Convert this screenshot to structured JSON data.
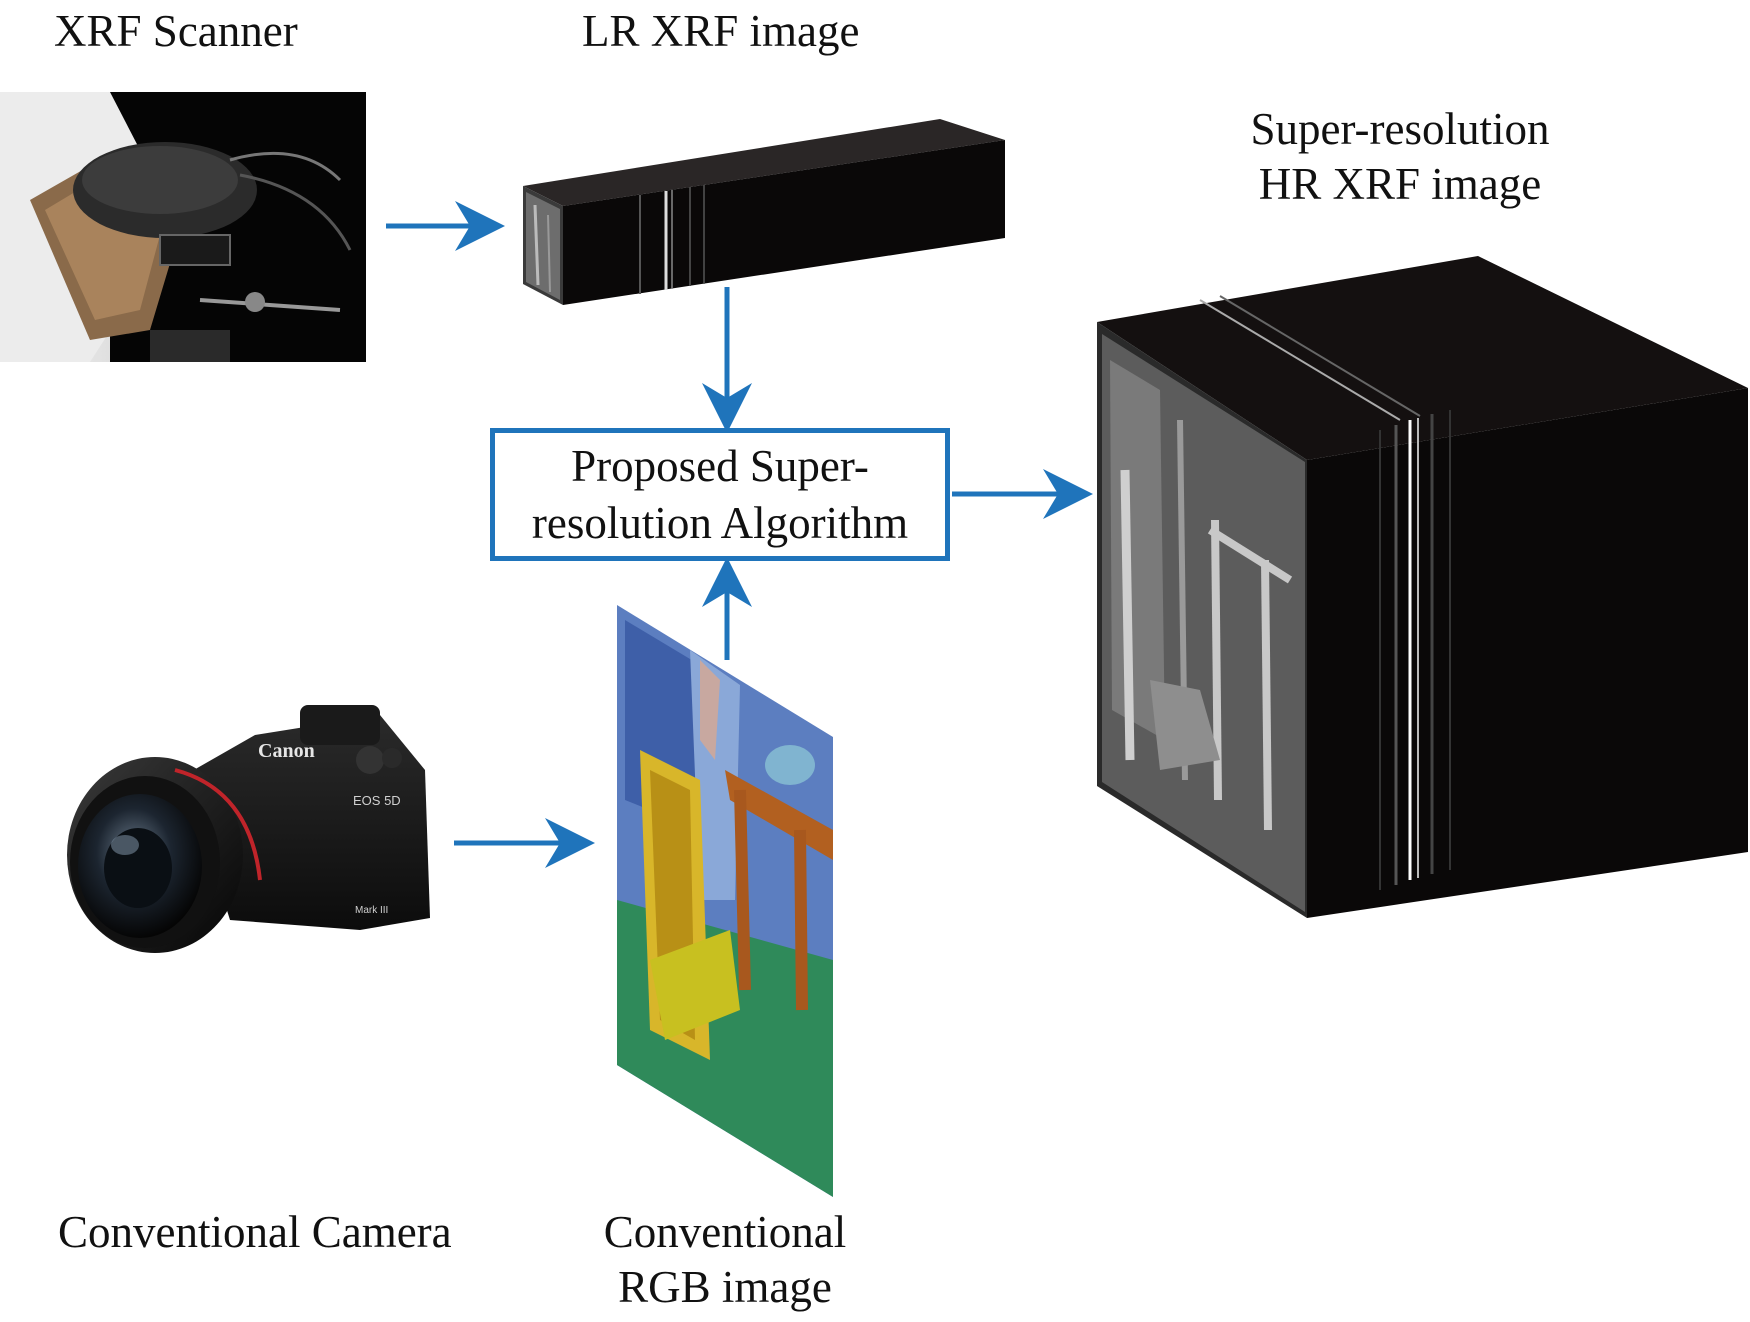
{
  "labels": {
    "xrf_scanner": "XRF Scanner",
    "lr_xrf": "LR XRF image",
    "sr_line1": "Super-resolution",
    "sr_line2": "HR XRF image",
    "algo_line1": "Proposed Super-",
    "algo_line2": "resolution Algorithm",
    "camera": "Conventional Camera",
    "rgb_line1": "Conventional",
    "rgb_line2": "RGB image"
  },
  "camera_brand": {
    "brand": "Canon",
    "model": "EOS 5D",
    "mark": "Mark III"
  },
  "colors": {
    "arrow": "#1f74bb",
    "box_border": "#1f74bb",
    "cube": "#0a0808"
  }
}
